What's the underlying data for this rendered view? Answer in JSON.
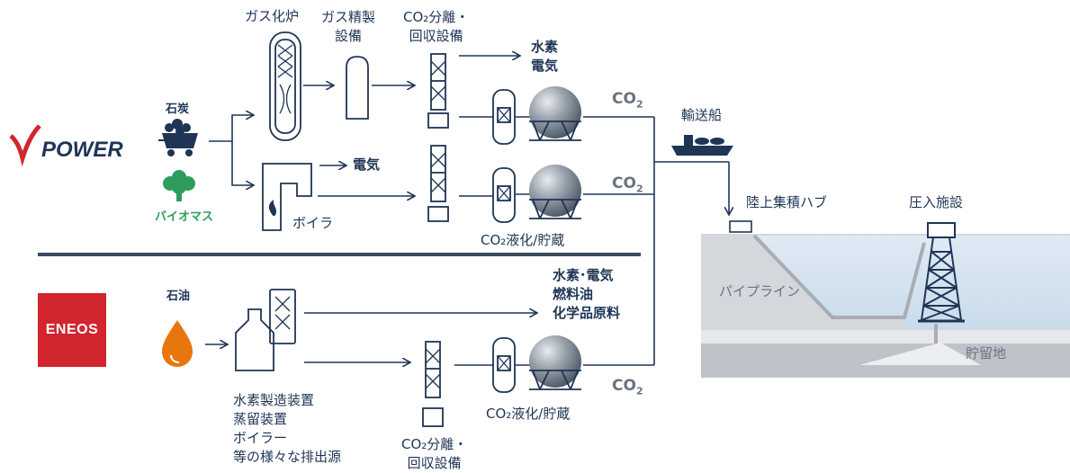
{
  "jpower": {
    "logo_text": "POWER"
  },
  "eneos": {
    "logo_text": "ENEOS"
  },
  "fuels": {
    "coal": "石炭",
    "biomass": "バイオマス",
    "oil": "石油"
  },
  "process": {
    "gasifier": "ガス化炉",
    "gas_refining": "ガス精製\n設備",
    "co2_capture_top": "CO₂分離・\n回収設備",
    "boiler": "ボイラ",
    "hydrogen_electricity": "水素\n電気",
    "electricity": "電気",
    "liquefaction_storage_mid": "CO₂液化/貯蔵",
    "products_eneos": "水素･電気\n燃料油\n化学品原料",
    "eneos_sources": "水素製造装置\n蒸留装置\nボイラー\n等の様々な排出源",
    "co2_capture_bottom": "CO₂分離・\n回収設備",
    "liquefaction_storage_bottom": "CO₂液化/貯蔵"
  },
  "co2": {
    "label": "CO",
    "sub": "2"
  },
  "transport": {
    "ship": "輸送船",
    "hub": "陸上集積ハブ",
    "injection": "圧入施設",
    "pipeline": "パイプライン",
    "reservoir": "貯留地"
  },
  "colors": {
    "navy": "#1f3556",
    "green": "#2e9d5b",
    "orange": "#e8760f",
    "gray": "#6b7280",
    "eneos_red": "#d1262e",
    "jpower_red": "#d1262e",
    "sea": "#d8e6f2"
  }
}
